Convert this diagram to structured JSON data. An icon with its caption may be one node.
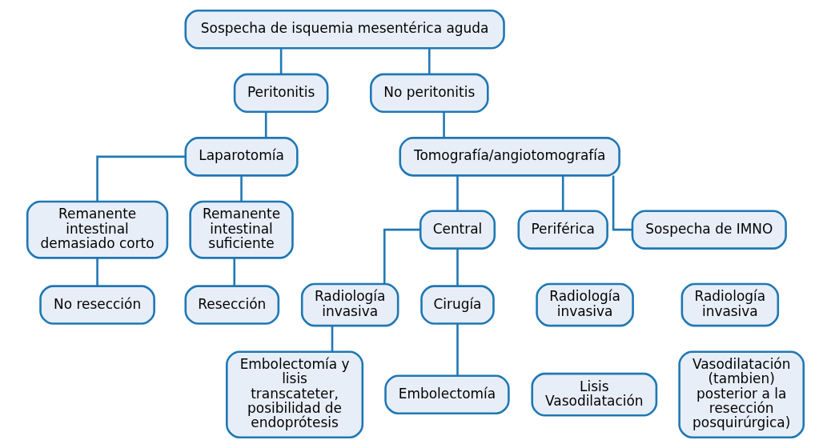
{
  "diagram": {
    "nodes": [
      {
        "text": [
          "Sospecha de isquemia mesentérica aguda"
        ]
      },
      {
        "text": [
          "Peritonitis"
        ]
      },
      {
        "text": [
          "No peritonitis"
        ]
      },
      {
        "text": [
          "Laparotomía"
        ]
      },
      {
        "text": [
          "Tomografía/angiotomografía"
        ]
      },
      {
        "text": [
          "Remanente intestinal demasiado corto"
        ]
      },
      {
        "text": [
          "Remanente intestinal suficiente"
        ]
      },
      {
        "text": [
          "Central"
        ]
      },
      {
        "text": [
          "Periférica"
        ]
      },
      {
        "text": [
          "Sospecha de IMNO"
        ]
      },
      {
        "text": [
          "No resección"
        ]
      },
      {
        "text": [
          "Resección"
        ]
      },
      {
        "text": [
          "Radiología invasiva"
        ]
      },
      {
        "text": [
          "Cirugía"
        ]
      },
      {
        "text": [
          "Radiología invasiva"
        ]
      },
      {
        "text": [
          "Radiología invasiva"
        ]
      },
      {
        "text": [
          "Embolectomía y lisis transcateter, posibilidad de endoprótesis"
        ]
      },
      {
        "text": [
          "Embolectomía"
        ]
      },
      {
        "text": [
          "Lisis Vasodilatación"
        ]
      },
      {
        "text": [
          "Vasodilatación (tambien) posterior a la resección posquirúrgica)"
        ]
      }
    ],
    "edges": [
      {
        "from": 0,
        "to": 1,
        "arrow": "none"
      },
      {
        "from": 0,
        "to": 2,
        "arrow": "none"
      },
      {
        "from": 1,
        "to": 3,
        "arrow": "none"
      },
      {
        "from": 2,
        "to": 4,
        "arrow": "none"
      },
      {
        "from": 3,
        "to": 5,
        "arrow": "none"
      },
      {
        "from": 3,
        "to": 6,
        "arrow": "none"
      },
      {
        "from": 5,
        "to": 10,
        "arrow": "none"
      },
      {
        "from": 6,
        "to": 11,
        "arrow": "none"
      },
      {
        "from": 4,
        "to": 7,
        "arrow": "none"
      },
      {
        "from": 4,
        "to": 8,
        "arrow": "none"
      },
      {
        "from": 4,
        "to": 9,
        "arrow": "none"
      },
      {
        "from": 7,
        "to": 12,
        "arrow": "none"
      },
      {
        "from": 7,
        "to": 13,
        "arrow": "none"
      },
      {
        "from": 12,
        "to": 16,
        "arrow": "none"
      },
      {
        "from": 13,
        "to": 17,
        "arrow": "none"
      }
    ]
  }
}
